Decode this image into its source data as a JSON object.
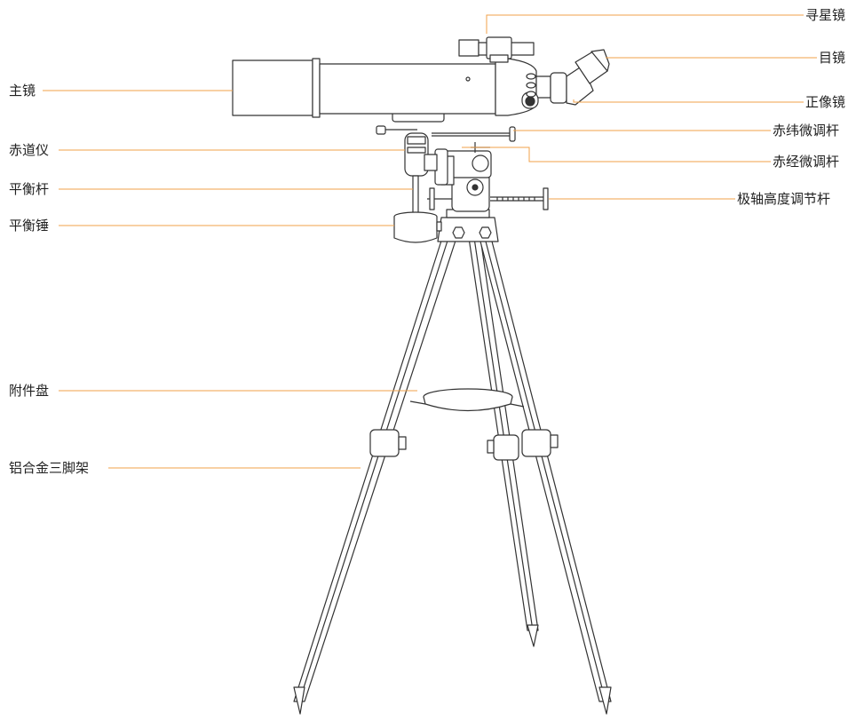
{
  "diagram": {
    "leader_color": "#f0a24a",
    "stroke_color": "#333333",
    "labels_left": [
      {
        "id": "main-tube",
        "text": "主镜"
      },
      {
        "id": "equatorial-mount",
        "text": "赤道仪"
      },
      {
        "id": "counterweight-rod",
        "text": "平衡杆"
      },
      {
        "id": "counterweight",
        "text": "平衡锤"
      },
      {
        "id": "accessory-tray",
        "text": "附件盘"
      },
      {
        "id": "aluminum-tripod",
        "text": "铝合金三脚架"
      }
    ],
    "labels_right": [
      {
        "id": "finder-scope",
        "text": "寻星镜"
      },
      {
        "id": "eyepiece",
        "text": "目镜"
      },
      {
        "id": "erecting-prism",
        "text": "正像镜"
      },
      {
        "id": "dec-slow-motion",
        "text": "赤纬微调杆"
      },
      {
        "id": "ra-slow-motion",
        "text": "赤经微调杆"
      },
      {
        "id": "latitude-adjuster",
        "text": "极轴高度调节杆"
      }
    ]
  }
}
